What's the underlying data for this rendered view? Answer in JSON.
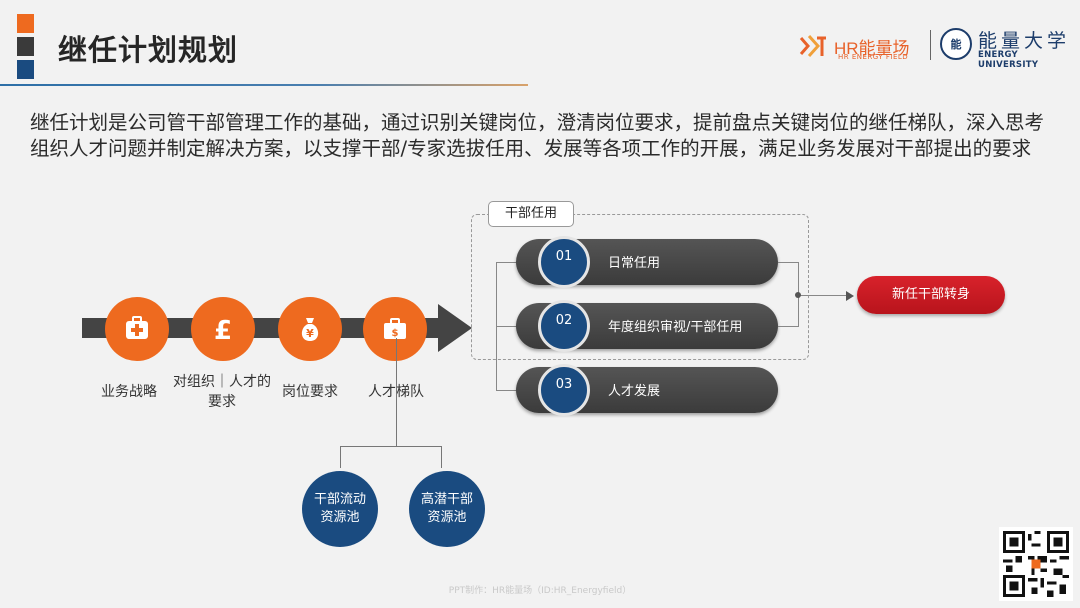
{
  "header": {
    "title": "继任计划规划",
    "accent_colors": [
      "#ee6a1f",
      "#3a3a3a",
      "#1a4b80"
    ],
    "hr_logo_name": "HR能量场",
    "hr_logo_sub": "HR ENERGY FIELD",
    "university_seal": "能",
    "university_name": "能量大学",
    "university_sub": "ENERGY UNIVERSITY"
  },
  "intro": "继任计划是公司管干部管理工作的基础，通过识别关键岗位，澄清岗位要求，提前盘点关键岗位的继任梯队，深入思考组织人才问题并制定解决方案，以支撑干部/专家选拔任用、发展等各项工作的开展，满足业务发展对干部提出的要求",
  "steps": [
    {
      "label": "业务战略",
      "icon": "medical-kit-icon"
    },
    {
      "label": "对组织｜人才的要求",
      "icon": "pound-icon"
    },
    {
      "label": "岗位要求",
      "icon": "money-bag-icon"
    },
    {
      "label": "人才梯队",
      "icon": "briefcase-icon"
    }
  ],
  "pools": [
    {
      "label": "干部流动资源池"
    },
    {
      "label": "高潜干部资源池"
    }
  ],
  "group_tag": "干部任用",
  "items": [
    {
      "num": "01",
      "label": "日常任用"
    },
    {
      "num": "02",
      "label": "年度组织审视/干部任用"
    },
    {
      "num": "03",
      "label": "人才发展"
    }
  ],
  "result": "新任干部转身",
  "footer": "PPT制作：HR能量场（ID:HR_Energyfield）"
}
